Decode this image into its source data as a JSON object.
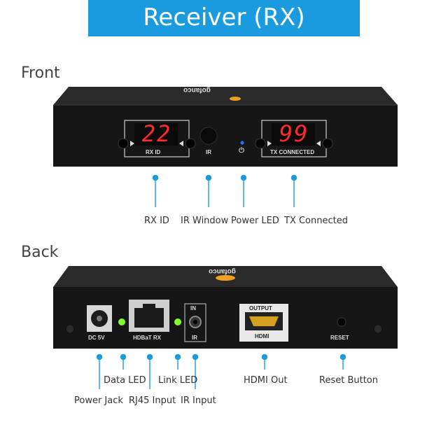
{
  "banner": {
    "title": "Receiver (RX)"
  },
  "front": {
    "section_title": "Front",
    "brand": "gofanco",
    "rx_display": "22",
    "tx_display": "99",
    "rx_id_label": "RX ID",
    "ir_label": "IR",
    "power_symbol": "⏻",
    "tx_connected_label": "TX CONNECTED",
    "callouts": [
      "RX ID",
      "IR Window",
      "Power LED",
      "TX Connected"
    ]
  },
  "back": {
    "section_title": "Back",
    "brand": "gofanco",
    "dc_label": "DC 5V",
    "hdbt_label": "HDBaT RX",
    "in_label": "IN",
    "ir_label": "IR",
    "output_label": "OUTPUT",
    "hdmi_label": "HDMI",
    "reset_label": "RESET",
    "callouts": [
      "Data LED",
      "Link LED",
      "HDMI Out",
      "Reset Button",
      "Power Jack",
      "RJ45 Input",
      "IR Input"
    ]
  },
  "colors": {
    "accent": "#1a9be0",
    "led_red": "#ff2a2a",
    "led_green": "#7dff2a",
    "device": "#1b1b1b"
  }
}
